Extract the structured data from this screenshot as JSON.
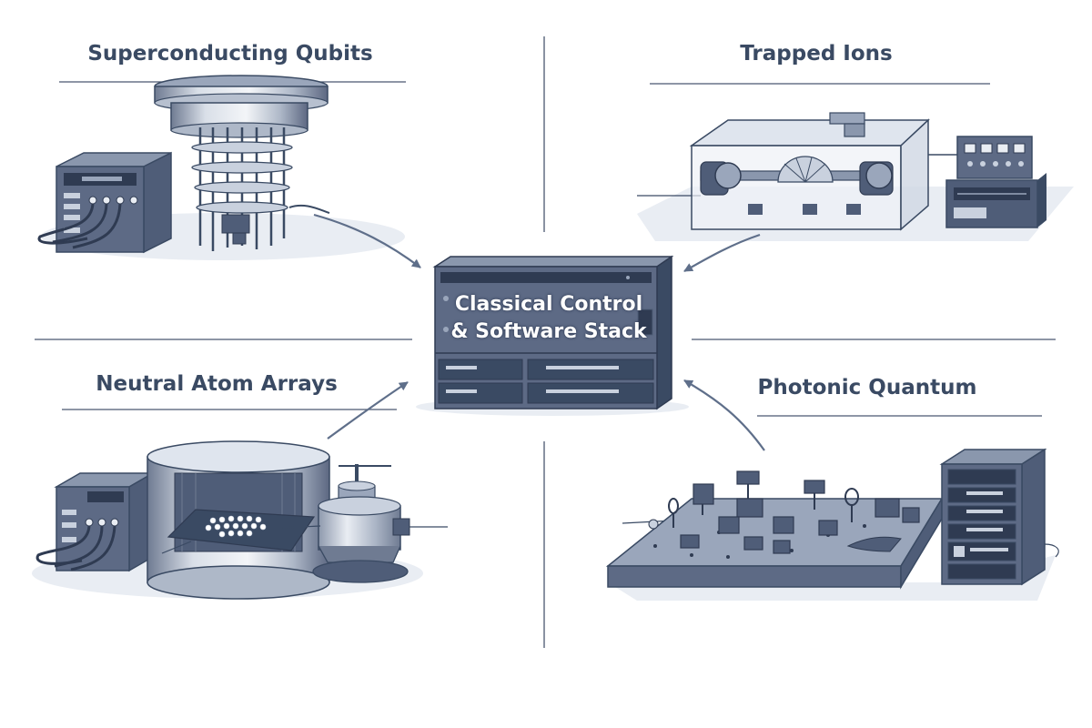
{
  "diagram": {
    "quadrants": {
      "top_left": {
        "title": "Superconducting Qubits",
        "icon": "dilution-refrigerator-icon"
      },
      "top_right": {
        "title": "Trapped Ions",
        "icon": "ion-trap-vacuum-chamber-icon"
      },
      "bottom_left": {
        "title": "Neutral Atom Arrays",
        "icon": "atom-array-chamber-icon"
      },
      "bottom_right": {
        "title": "Photonic Quantum",
        "icon": "optical-table-icon"
      }
    },
    "center": {
      "line1": "Classical Control",
      "line2": "& Software Stack",
      "icon": "server-rack-icon"
    },
    "colors": {
      "ink": "#3a4a63",
      "dark": "#4f5d78",
      "mid": "#8a97ad",
      "light": "#c9d1de",
      "floor": "#e9edf3",
      "arrow": "#5f6f8a"
    }
  }
}
